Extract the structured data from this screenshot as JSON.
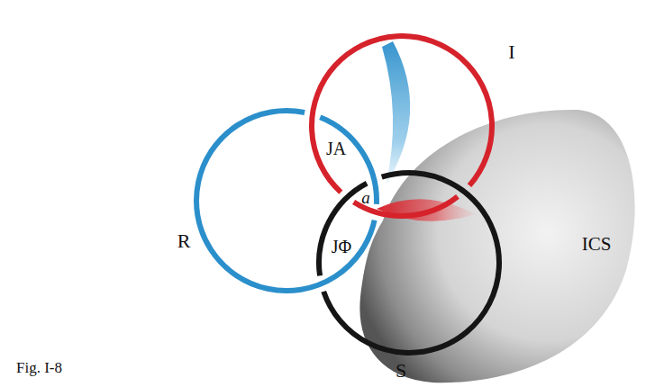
{
  "diagram": {
    "caption": "Fig. I-8",
    "nodes": [
      {
        "text": [
          "I"
        ]
      },
      {
        "text": [
          "R"
        ]
      },
      {
        "text": [
          "ICS"
        ]
      },
      {
        "text": [
          "S"
        ]
      }
    ],
    "labels": [
      "JA",
      "a",
      "JΦ"
    ]
  }
}
